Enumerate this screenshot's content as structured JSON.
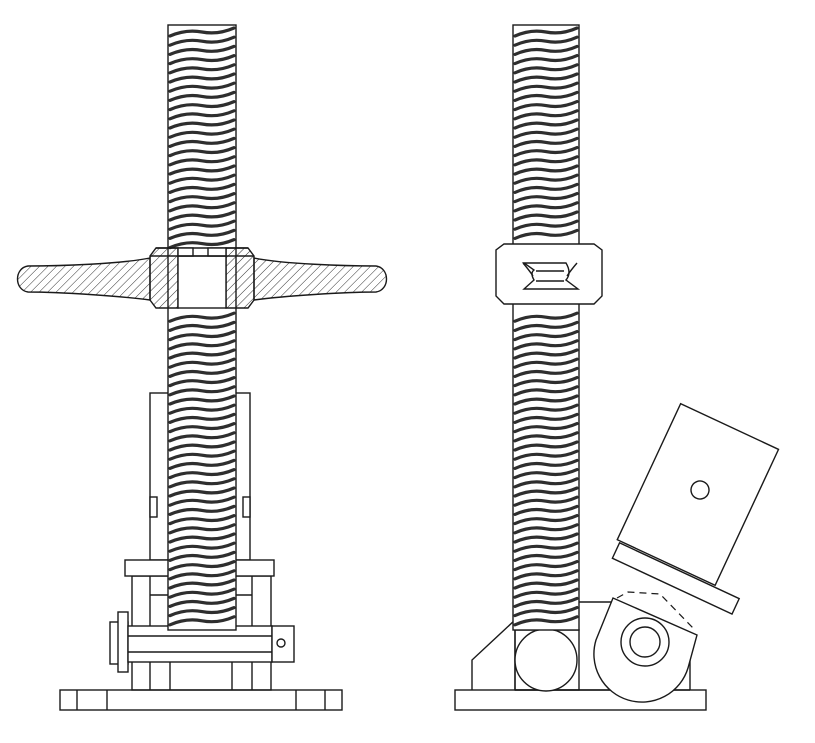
{
  "drawing": {
    "views": [
      {
        "id": "front-view",
        "parts": [
          "threaded-spindle",
          "wing-nut-handle",
          "sleeve-housing",
          "collar-plate",
          "hinge-pin",
          "base-plate"
        ]
      },
      {
        "id": "side-view",
        "parts": [
          "threaded-spindle",
          "block-nut",
          "roller",
          "swivel-lug",
          "hinge-boss",
          "base-plate"
        ]
      }
    ],
    "colors": {
      "line": "#1a1a1a",
      "paper": "#ffffff",
      "thread": "#2e2e2e"
    },
    "labels": []
  }
}
